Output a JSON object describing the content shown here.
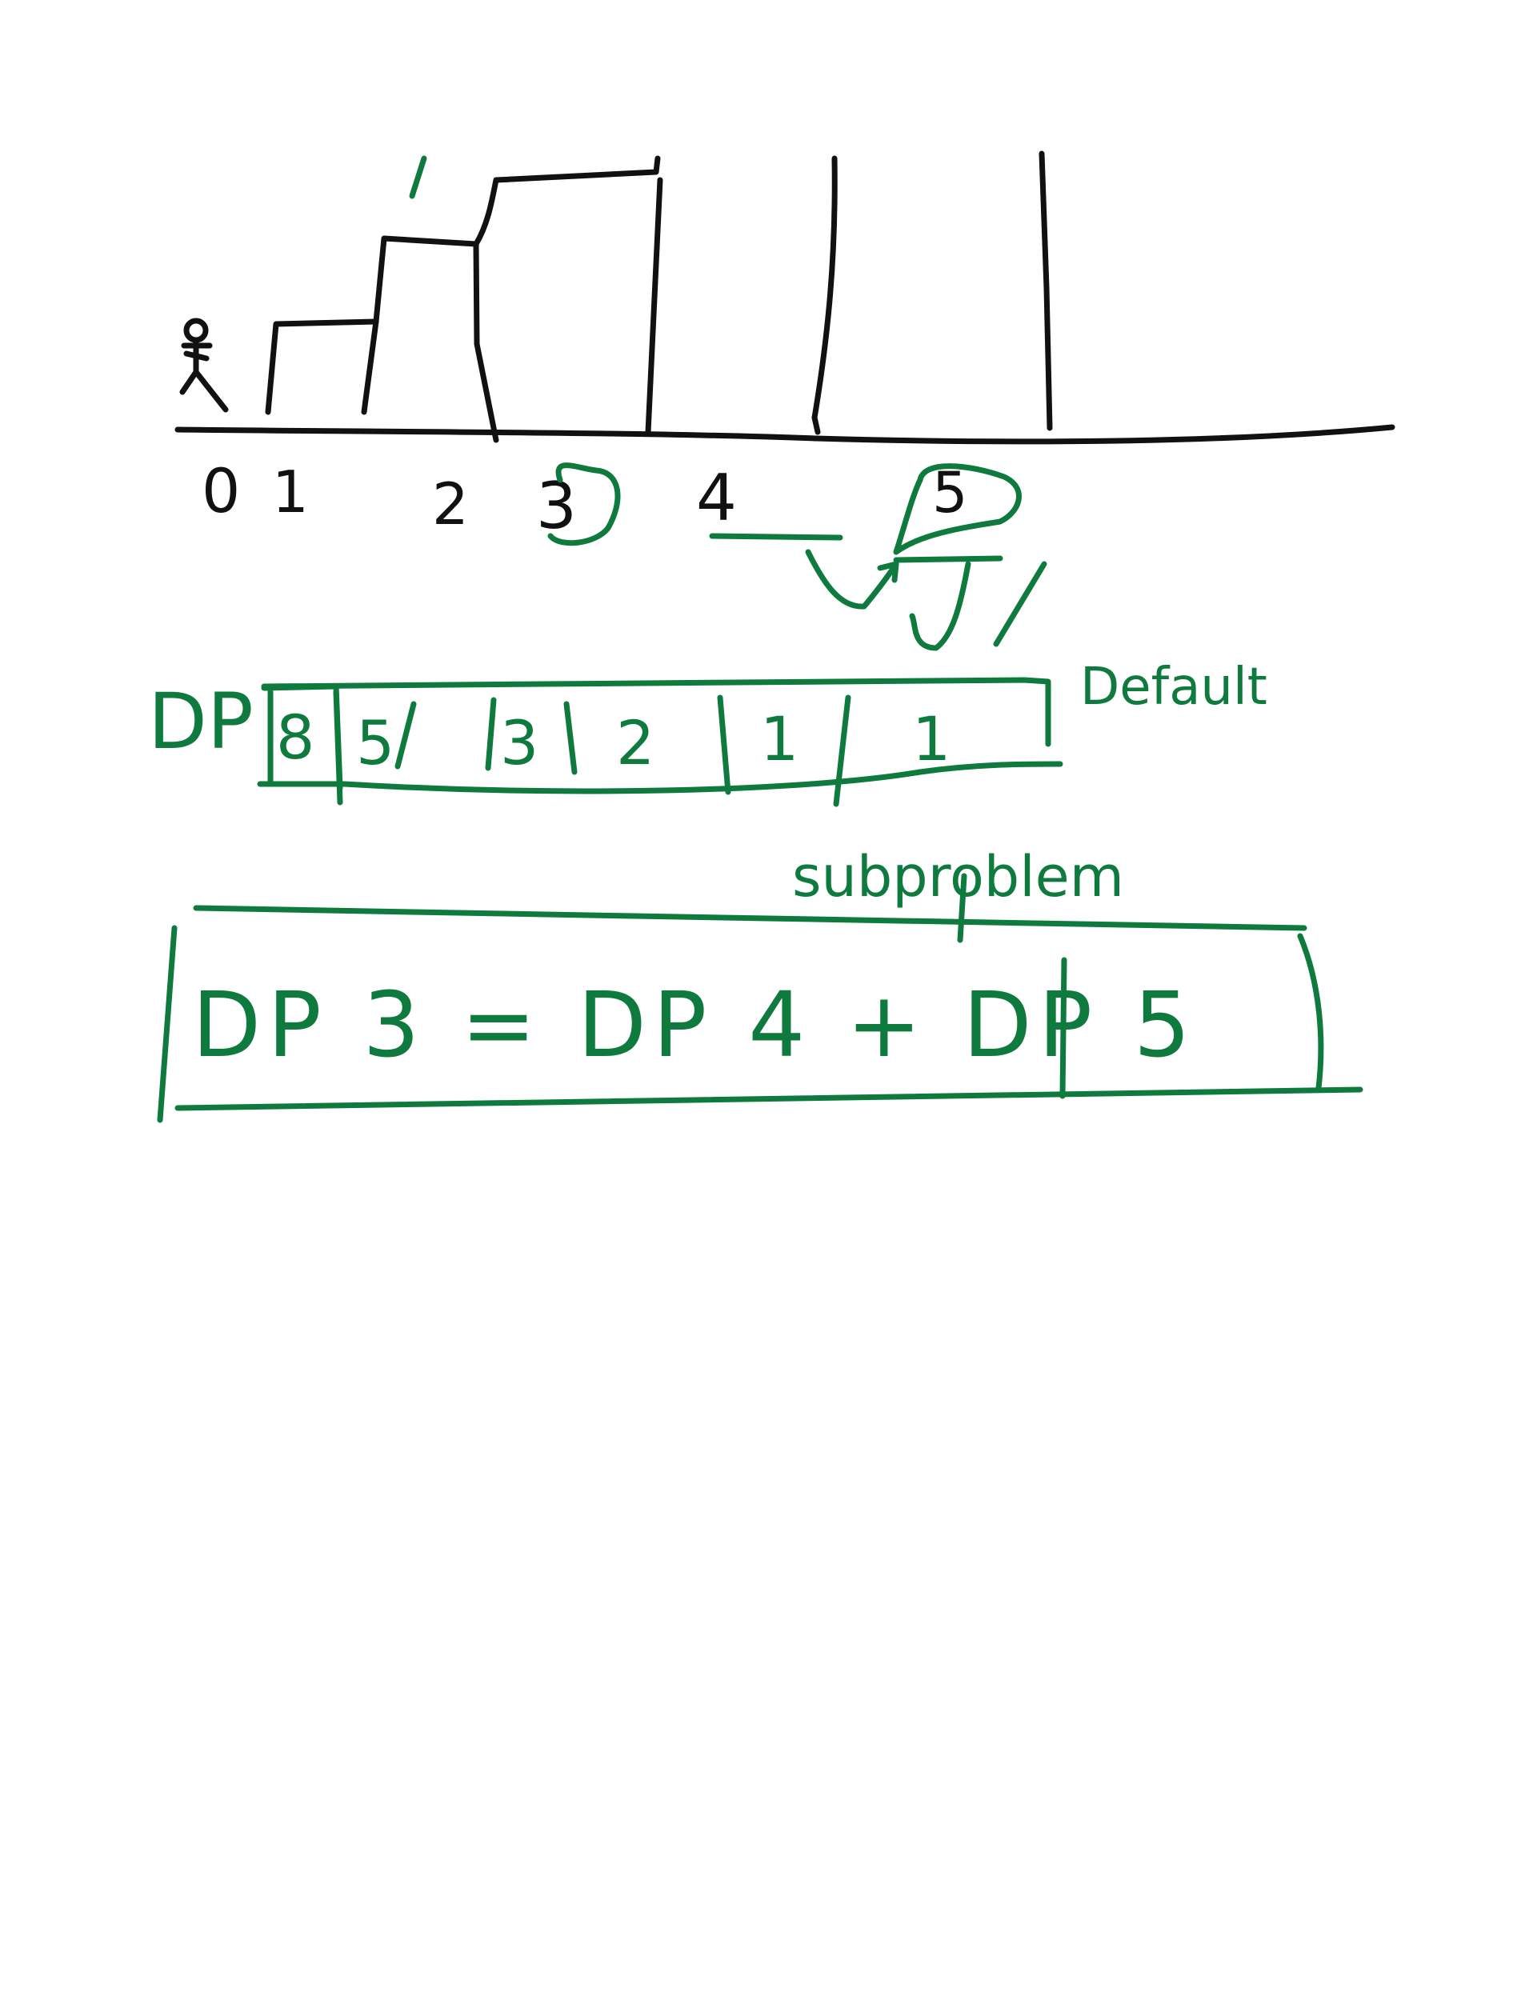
{
  "stairs": {
    "step_labels": [
      "0",
      "1",
      "2",
      "3",
      "4",
      "5"
    ],
    "circled_steps": [
      "3",
      "5"
    ]
  },
  "dp_row": {
    "label": "DP",
    "cells": [
      "8",
      "5",
      "3",
      "2",
      "1",
      "1"
    ],
    "annotation": "Default"
  },
  "subproblem": {
    "label": "subproblem",
    "equation": "DP 3 = DP 4 + DP 5"
  },
  "colors": {
    "black_ink": "#111111",
    "green_ink": "#0f7a3e"
  }
}
